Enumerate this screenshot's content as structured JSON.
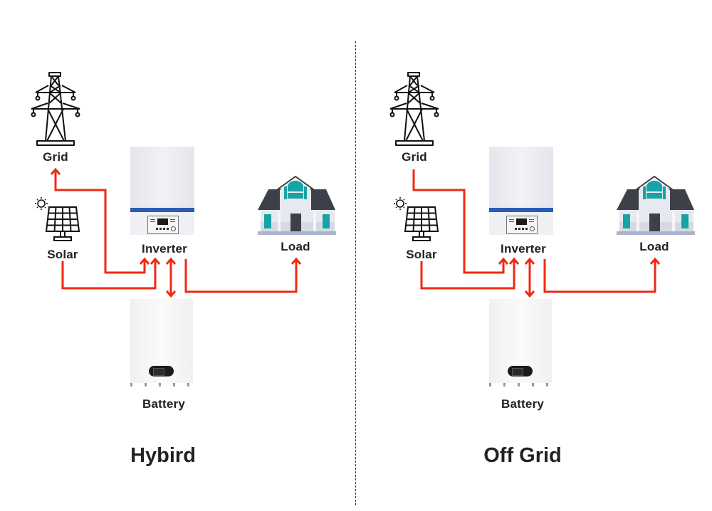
{
  "colors": {
    "flow_line": "#ee2a12",
    "text": "#222222",
    "inverter_stripe": "#2c5bb3",
    "house_teal": "#17a3a6",
    "house_roof": "#3d4048"
  },
  "diagrams": [
    {
      "title": "Hybird",
      "nodes": {
        "grid": "Grid",
        "solar": "Solar",
        "inverter": "Inverter",
        "load": "Load",
        "battery": "Battery"
      },
      "flows": [
        {
          "from": "Inverter",
          "to": "Grid",
          "direction": "bidirectional"
        },
        {
          "from": "Solar",
          "to": "Inverter",
          "direction": "one-way"
        },
        {
          "from": "Inverter",
          "to": "Battery",
          "direction": "bidirectional"
        },
        {
          "from": "Inverter",
          "to": "Load",
          "direction": "one-way"
        }
      ]
    },
    {
      "title": "Off Grid",
      "nodes": {
        "grid": "Grid",
        "solar": "Solar",
        "inverter": "Inverter",
        "load": "Load",
        "battery": "Battery"
      },
      "flows": [
        {
          "from": "Grid",
          "to": "Inverter",
          "direction": "one-way"
        },
        {
          "from": "Solar",
          "to": "Inverter",
          "direction": "one-way"
        },
        {
          "from": "Inverter",
          "to": "Battery",
          "direction": "bidirectional"
        },
        {
          "from": "Inverter",
          "to": "Load",
          "direction": "one-way"
        }
      ]
    }
  ]
}
